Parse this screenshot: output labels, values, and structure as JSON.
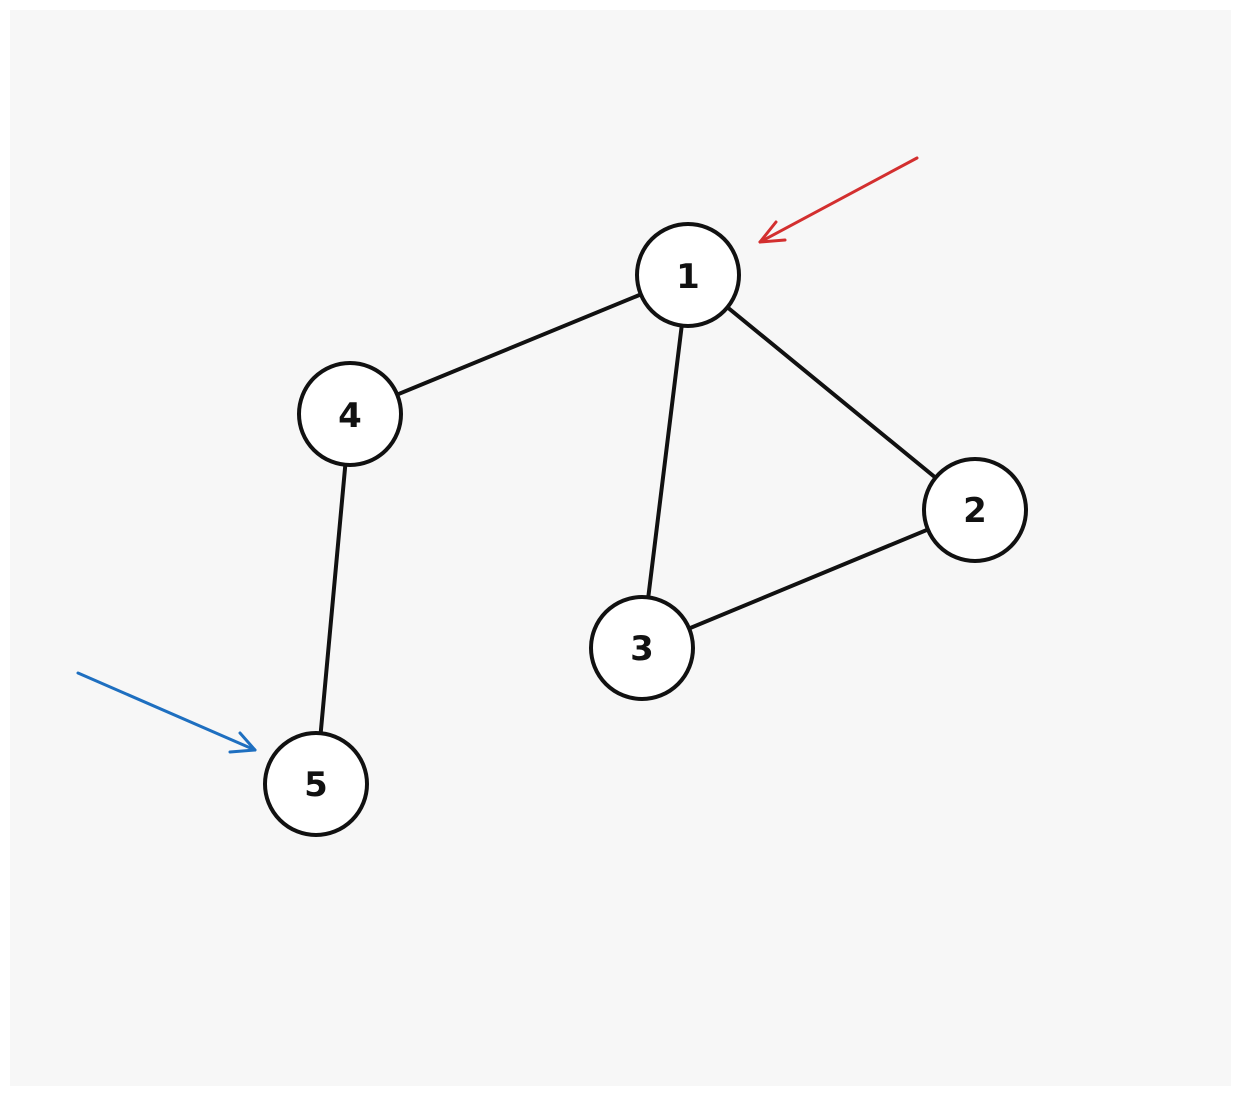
{
  "diagram": {
    "type": "undirected-graph",
    "colors": {
      "background": "#f7f7f7",
      "node_fill": "#ffffff",
      "stroke": "#111111",
      "marker_red": "#d32f2f",
      "marker_blue": "#1e6fc0"
    },
    "nodes": [
      {
        "id": "1",
        "label": "1"
      },
      {
        "id": "2",
        "label": "2"
      },
      {
        "id": "3",
        "label": "3"
      },
      {
        "id": "4",
        "label": "4"
      },
      {
        "id": "5",
        "label": "5"
      }
    ],
    "edges": [
      {
        "from": "1",
        "to": "4"
      },
      {
        "from": "1",
        "to": "3"
      },
      {
        "from": "1",
        "to": "2"
      },
      {
        "from": "2",
        "to": "3"
      },
      {
        "from": "4",
        "to": "5"
      }
    ],
    "markers": [
      {
        "target": "1",
        "color": "#d32f2f",
        "icon": "red-arrow-icon"
      },
      {
        "target": "5",
        "color": "#1e6fc0",
        "icon": "blue-arrow-icon"
      }
    ]
  }
}
